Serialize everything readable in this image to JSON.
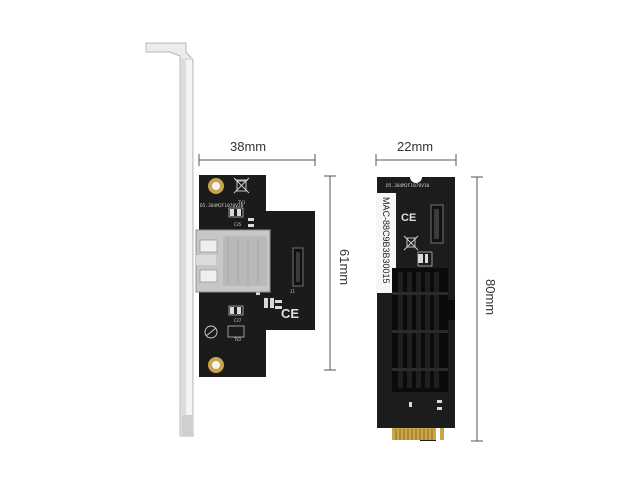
{
  "dimensions": {
    "card_width": "38mm",
    "card_height": "61mm",
    "m2_width": "22mm",
    "m2_height": "80mm"
  },
  "silkscreen": {
    "card_code": "D5.384M2F1070V20",
    "m2_code": "D5.384M2F1070V10",
    "mac_label": "MAC-88C9B3B30015",
    "ce_mark": "CE",
    "tv1": "TV1",
    "tv2": "TV2",
    "c35": "C35",
    "c37": "C37",
    "j1": "J1"
  },
  "colors": {
    "pcb": "#1b1b1b",
    "bracket": "#e9e9e9",
    "rj45_metal": "#c9c9c9",
    "heatsink": "#0d0d0d",
    "gold_contacts": "#c9a64a",
    "dimension_line": "#555555"
  },
  "icons": [
    "weee-bin-icon",
    "ce-mark-icon",
    "recycle-icon",
    "pb-free-icon"
  ]
}
